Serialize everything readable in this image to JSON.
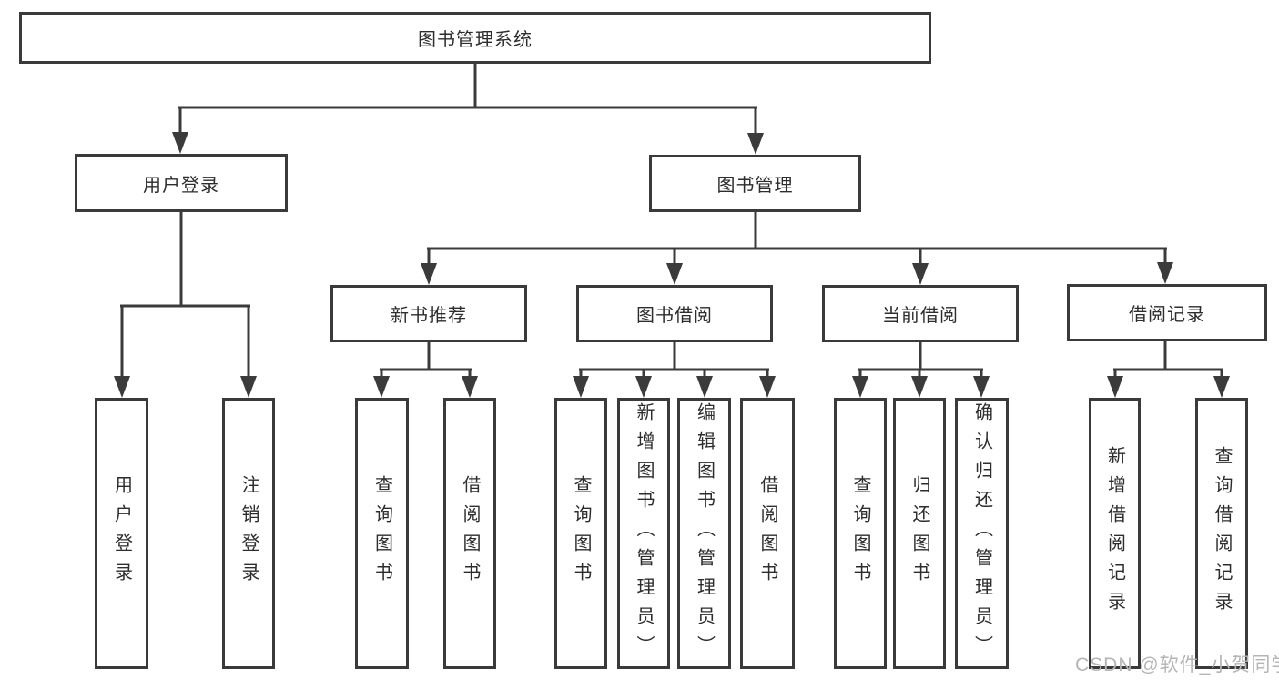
{
  "tree": {
    "root": {
      "label": "图书管理系统",
      "children": [
        {
          "label": "用户登录",
          "children": [
            {
              "label": "用户登录"
            },
            {
              "label": "注销登录"
            }
          ]
        },
        {
          "label": "图书管理",
          "children": [
            {
              "label": "新书推荐",
              "children": [
                {
                  "label": "查询图书"
                },
                {
                  "label": "借阅图书"
                }
              ]
            },
            {
              "label": "图书借阅",
              "children": [
                {
                  "label": "查询图书"
                },
                {
                  "label": "新增图书（管理员）"
                },
                {
                  "label": "编辑图书（管理员）"
                },
                {
                  "label": "借阅图书"
                }
              ]
            },
            {
              "label": "当前借阅",
              "children": [
                {
                  "label": "查询图书"
                },
                {
                  "label": "归还图书"
                },
                {
                  "label": "确认归还（管理员）"
                }
              ]
            },
            {
              "label": "借阅记录",
              "children": [
                {
                  "label": "新增借阅记录"
                },
                {
                  "label": "查询借阅记录"
                }
              ]
            }
          ]
        }
      ]
    }
  },
  "watermark": {
    "text": "CSDN @软件_小贺同学"
  },
  "colors": {
    "line": "#3b3b3b",
    "text": "#2d2d2d",
    "box_background": "#ffffff",
    "page_background": "#ffffff",
    "watermark": "#b5b5b5"
  }
}
